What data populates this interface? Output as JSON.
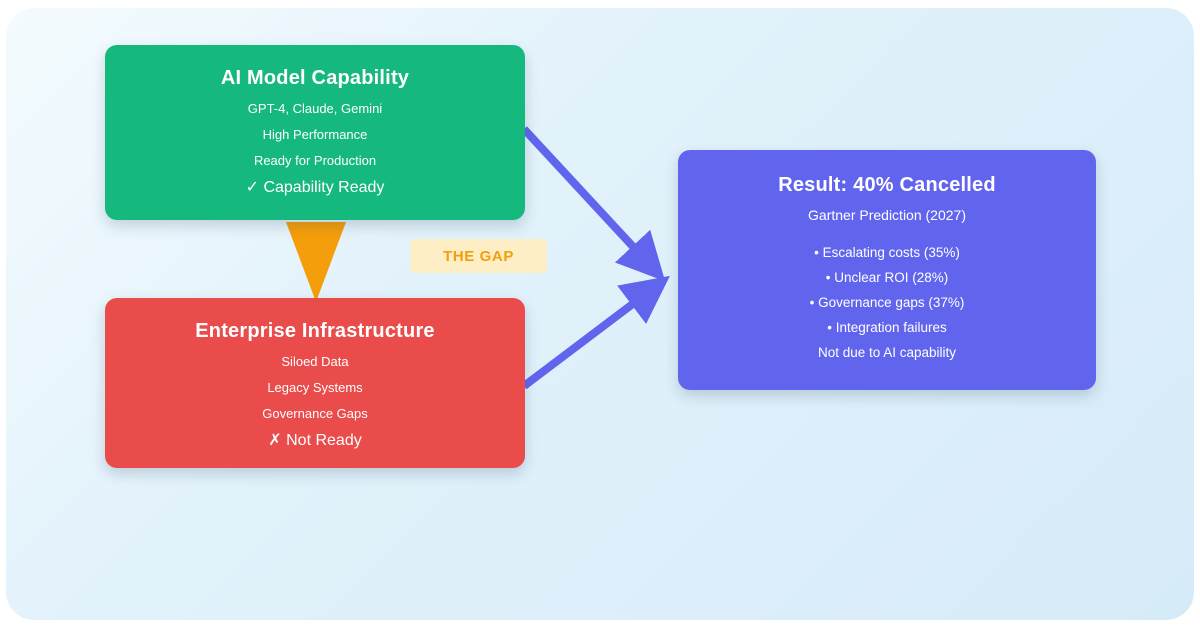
{
  "diagram": {
    "capability_box": {
      "title": "AI Model Capability",
      "lines": [
        "GPT-4, Claude, Gemini",
        "High Performance",
        "Ready for Production",
        "✓ Capability Ready"
      ],
      "color": "#15b87d"
    },
    "infrastructure_box": {
      "title": "Enterprise Infrastructure",
      "lines": [
        "Siloed Data",
        "Legacy Systems",
        "Governance Gaps",
        "✗ Not Ready"
      ],
      "color": "#ea4b4b"
    },
    "result_box": {
      "title": "Result: 40% Cancelled",
      "subtitle": "Gartner Prediction (2027)",
      "lines": [
        "• Escalating costs (35%)",
        "• Unclear ROI (28%)",
        "• Governance gaps (37%)",
        "• Integration failures",
        "Not due to AI capability"
      ],
      "color": "#6165ee"
    },
    "gap_label": "THE GAP",
    "colors": {
      "gap_arrow": "#f59e0b",
      "gap_label_background": "#fdeec6",
      "gap_label_text": "#f59e0b",
      "flow_arrow": "#6165ee",
      "panel_background": "#dcEEf9",
      "page_background": "#ffffff"
    }
  }
}
